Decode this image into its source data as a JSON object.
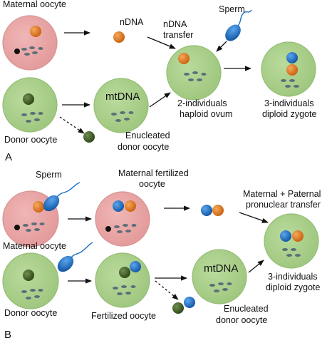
{
  "colors": {
    "maternal_cell_fill": "#E8A2A2",
    "maternal_cell_edge": "#D89494",
    "donor_cell_fill": "#A9D08A",
    "donor_cell_edge": "#93BD74",
    "maternal_nucleus": "#E07418",
    "donor_nucleus": "#3D5A24",
    "paternal_nucleus": "#1C6FC4",
    "sperm": "#1A6DC0",
    "mitochondria": "#5C6E79",
    "polar_body": "#111111",
    "arrow": "#111111"
  },
  "icons": [
    "maternal-oocyte-icon",
    "donor-oocyte-icon",
    "zygote-icon",
    "sperm-icon",
    "nucleus-icon",
    "mitochondria-icon",
    "arrow-icon"
  ],
  "panel_a": {
    "panel_label": "A",
    "maternal_oocyte": "Maternal oocyte",
    "ndna": "nDNA",
    "ndna_transfer_line1": "nDNA",
    "ndna_transfer_line2": "transfer",
    "sperm": "Sperm",
    "mtdna": "mtDNA",
    "haploid_line1": "2-individuals",
    "haploid_line2": "haploid ovum",
    "zygote_line1": "3-individuals",
    "zygote_line2": "diploid zygote",
    "donor_oocyte": "Donor oocyte",
    "enucleated_line1": "Enucleated",
    "enucleated_line2": "donor oocyte"
  },
  "panel_b": {
    "panel_label": "B",
    "sperm": "Sperm",
    "maternal_fertilized_line1": "Maternal fertilized",
    "maternal_fertilized_line2": "oocyte",
    "pronuclear_line1": "Maternal + Paternal",
    "pronuclear_line2": "pronuclear transfer",
    "maternal_oocyte": "Maternal oocyte",
    "mtdna": "mtDNA",
    "zygote_line1": "3-individuals",
    "zygote_line2": "diploid zygote",
    "donor_oocyte": "Donor oocyte",
    "fertilized_oocyte": "Fertilized oocyte",
    "enucleated_line1": "Enucleated",
    "enucleated_line2": "donor oocyte"
  }
}
